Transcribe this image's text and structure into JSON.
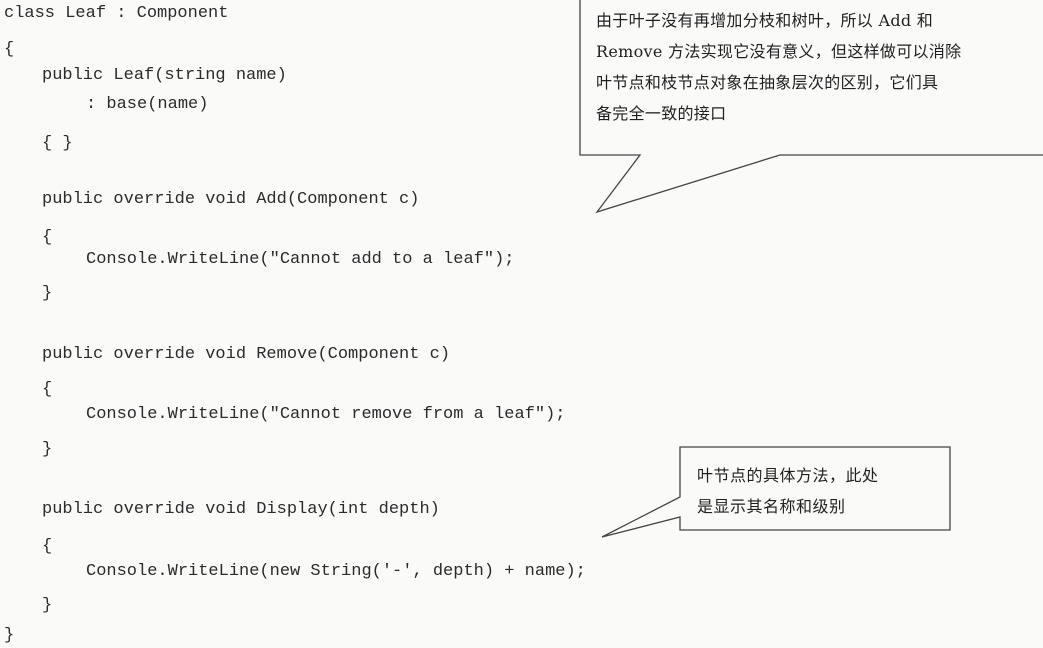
{
  "code": {
    "lines": [
      "class Leaf : Component",
      "{",
      "public Leaf(string name)",
      ": base(name)",
      "{ }",
      "public override void Add(Component c)",
      "{",
      "Console.WriteLine(\"Cannot add to a leaf\");",
      "}",
      "public override void Remove(Component c)",
      "{",
      "Console.WriteLine(\"Cannot remove from a leaf\");",
      "}",
      "public override void Display(int depth)",
      "{",
      "Console.WriteLine(new String('-', depth) + name);",
      "}",
      "}"
    ]
  },
  "callouts": {
    "top": {
      "lines": [
        "由于叶子没有再增加分枝和树叶，所以 Add 和",
        "Remove 方法实现它没有意义，但这样做可以消除",
        "叶节点和枝节点对象在抽象层次的区别，它们具",
        "备完全一致的接口"
      ]
    },
    "bottom": {
      "lines": [
        "叶节点的具体方法，此处",
        "是显示其名称和级别"
      ]
    }
  }
}
